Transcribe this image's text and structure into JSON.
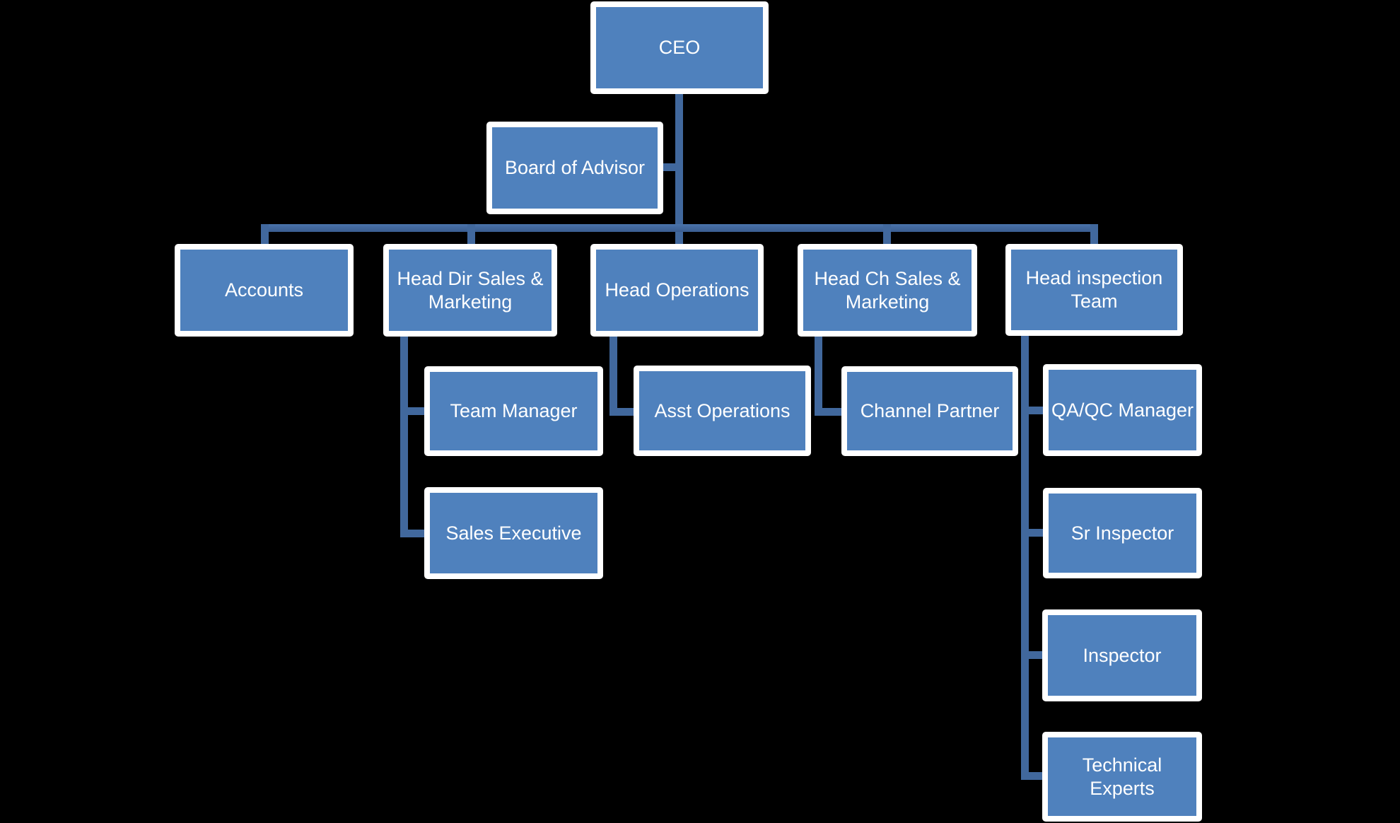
{
  "diagram_type": "organization-chart",
  "colors": {
    "background": "#000000",
    "node_fill": "#4F81BD",
    "node_border": "#FFFFFF",
    "node_text": "#FFFFFF",
    "connector": "#41689D"
  },
  "nodes": [
    {
      "id": "ceo",
      "label": "CEO"
    },
    {
      "id": "board-of-advisor",
      "label": "Board of Advisor"
    },
    {
      "id": "accounts",
      "label": "Accounts"
    },
    {
      "id": "head-dir-sales-marketing",
      "label": "Head Dir Sales & Marketing"
    },
    {
      "id": "head-operations",
      "label": "Head Operations"
    },
    {
      "id": "head-ch-sales-marketing",
      "label": "Head Ch Sales & Marketing"
    },
    {
      "id": "head-inspection-team",
      "label": "Head inspection Team"
    },
    {
      "id": "team-manager",
      "label": "Team Manager"
    },
    {
      "id": "sales-executive",
      "label": "Sales Executive"
    },
    {
      "id": "asst-operations",
      "label": "Asst Operations"
    },
    {
      "id": "channel-partner",
      "label": "Channel Partner"
    },
    {
      "id": "qa-qc-manager",
      "label": "QA/QC Manager"
    },
    {
      "id": "sr-inspector",
      "label": "Sr Inspector"
    },
    {
      "id": "inspector",
      "label": "Inspector"
    },
    {
      "id": "technical-experts",
      "label": "Technical Experts"
    }
  ],
  "edges": [
    {
      "from": "CEO",
      "to": "Board of Advisor",
      "type": "assistant"
    },
    {
      "from": "CEO",
      "to": "Accounts",
      "type": "reports"
    },
    {
      "from": "CEO",
      "to": "Head Dir Sales & Marketing",
      "type": "reports"
    },
    {
      "from": "CEO",
      "to": "Head Operations",
      "type": "reports"
    },
    {
      "from": "CEO",
      "to": "Head Ch Sales & Marketing",
      "type": "reports"
    },
    {
      "from": "CEO",
      "to": "Head inspection Team",
      "type": "reports"
    },
    {
      "from": "Head Dir Sales & Marketing",
      "to": "Team Manager",
      "type": "reports"
    },
    {
      "from": "Head Dir Sales & Marketing",
      "to": "Sales Executive",
      "type": "reports"
    },
    {
      "from": "Head Operations",
      "to": "Asst Operations",
      "type": "reports"
    },
    {
      "from": "Head Ch Sales & Marketing",
      "to": "Channel Partner",
      "type": "reports"
    },
    {
      "from": "Head inspection Team",
      "to": "QA/QC Manager",
      "type": "reports"
    },
    {
      "from": "Head inspection Team",
      "to": "Sr Inspector",
      "type": "reports"
    },
    {
      "from": "Head inspection Team",
      "to": "Inspector",
      "type": "reports"
    },
    {
      "from": "Head inspection Team",
      "to": "Technical Experts",
      "type": "reports"
    }
  ]
}
